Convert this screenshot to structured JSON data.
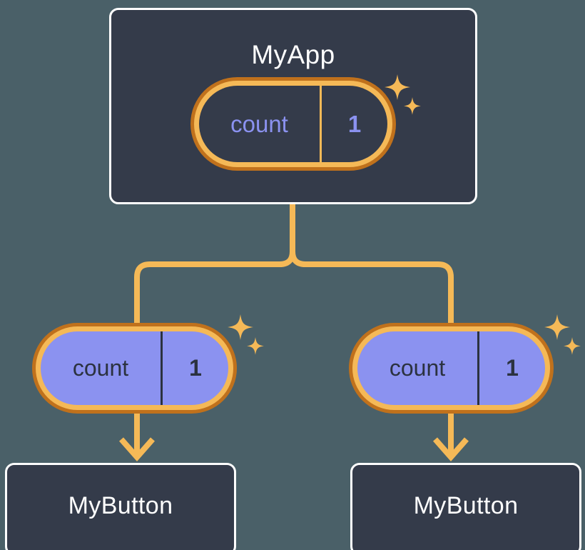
{
  "diagram": {
    "title": "MyApp",
    "type": "component-state-tree",
    "background_color": "#4a6068",
    "colors": {
      "panel_fill": "#343b4a",
      "panel_border": "#ffffff",
      "ring_outer": "#c0711c",
      "ring_inner": "#f5b957",
      "connector": "#f5b957",
      "state_fill": "#8b92f0",
      "state_text_dark": "#2b3240",
      "state_text_light": "#8b92f0"
    }
  },
  "root": {
    "label": "MyApp",
    "state": {
      "key": "count",
      "value": "1",
      "style": "outlined"
    },
    "sparkle_icon": "sparkles-icon"
  },
  "children": [
    {
      "label": "MyButton",
      "state": {
        "key": "count",
        "value": "1",
        "style": "filled"
      },
      "sparkle_icon": "sparkles-icon"
    },
    {
      "label": "MyButton",
      "state": {
        "key": "count",
        "value": "1",
        "style": "filled"
      },
      "sparkle_icon": "sparkles-icon"
    }
  ]
}
